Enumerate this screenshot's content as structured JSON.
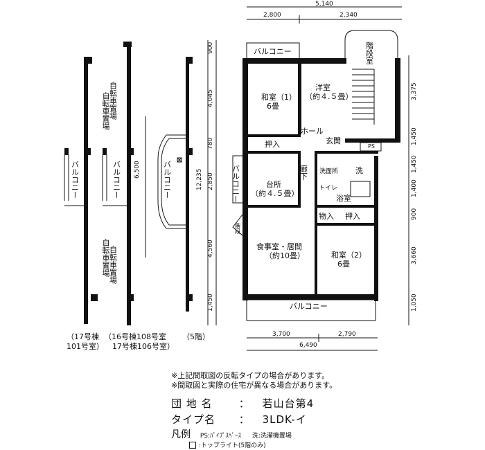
{
  "dimensions": {
    "top_total": "5,140",
    "top_a": "2,800",
    "top_b": "2,340",
    "left_total": "12,235",
    "left_900": "900",
    "left_4045": "4,045",
    "left_780": "780",
    "left_2850": "2,850",
    "left_4560": "4,560",
    "left_1450": "1,450",
    "left_6500": "6,500",
    "right_3375": "3,375",
    "right_1450a": "1,450",
    "right_1450b": "1,450",
    "right_1400": "1,400",
    "right_900": "900",
    "right_3660": "3,660",
    "right_1050": "1,050",
    "bottom_a": "3,700",
    "bottom_b": "2,790",
    "bottom_total": "6,490"
  },
  "rooms": {
    "balcony_top": "バルコニー",
    "washitsu1": "和室（1）",
    "washitsu1_size": "6畳",
    "youshitsu": "洋室",
    "youshitsu_size": "（約４.５畳）",
    "stairs": "階段室",
    "hall": "ホール",
    "genkan": "玄関",
    "oshiire1": "押入",
    "ps": "PS",
    "rouka": "廊下",
    "senmenjo": "洗面所",
    "sen": "洗",
    "daidokoro": "台所",
    "daidokoro_size": "（約４.５畳）",
    "toilet": "トイレ",
    "yokushitsu": "浴室",
    "balcony_side": "バルコニー",
    "monooki": "物入",
    "oshiire2": "押入",
    "shokuji": "食事室・居間",
    "shokuji_size": "（約10畳）",
    "washitsu2": "和室（2）",
    "washitsu2_size": "6畳",
    "balcony_bottom": "バルコニー",
    "kaidan": "階段"
  },
  "side_plans": {
    "bike_parking": "自転車置場",
    "balcony": "バルコニー",
    "caption_17": "（17号棟\n101号室）",
    "caption_16a": "（16号棟108号室",
    "caption_16b": "17号棟106号室）",
    "caption_5f": "（5階）"
  },
  "notes": [
    "※上記間取図の反転タイプの場合があります。",
    "※間取図と実際の住宅が異なる場合があります。"
  ],
  "info": {
    "danchi_label": "団 地 名",
    "danchi_value": "若山台第4",
    "type_label": "タイプ名",
    "type_value": "3LDK-イ",
    "colon": "："
  },
  "legend": {
    "title": "凡例",
    "ps_item": "PS:ﾊﾟｲﾌﾟｽﾍﾟｰｽ",
    "sen_item": "洗:洗濯機置場",
    "toplight_item": ":トップライト(5階のみ)"
  }
}
